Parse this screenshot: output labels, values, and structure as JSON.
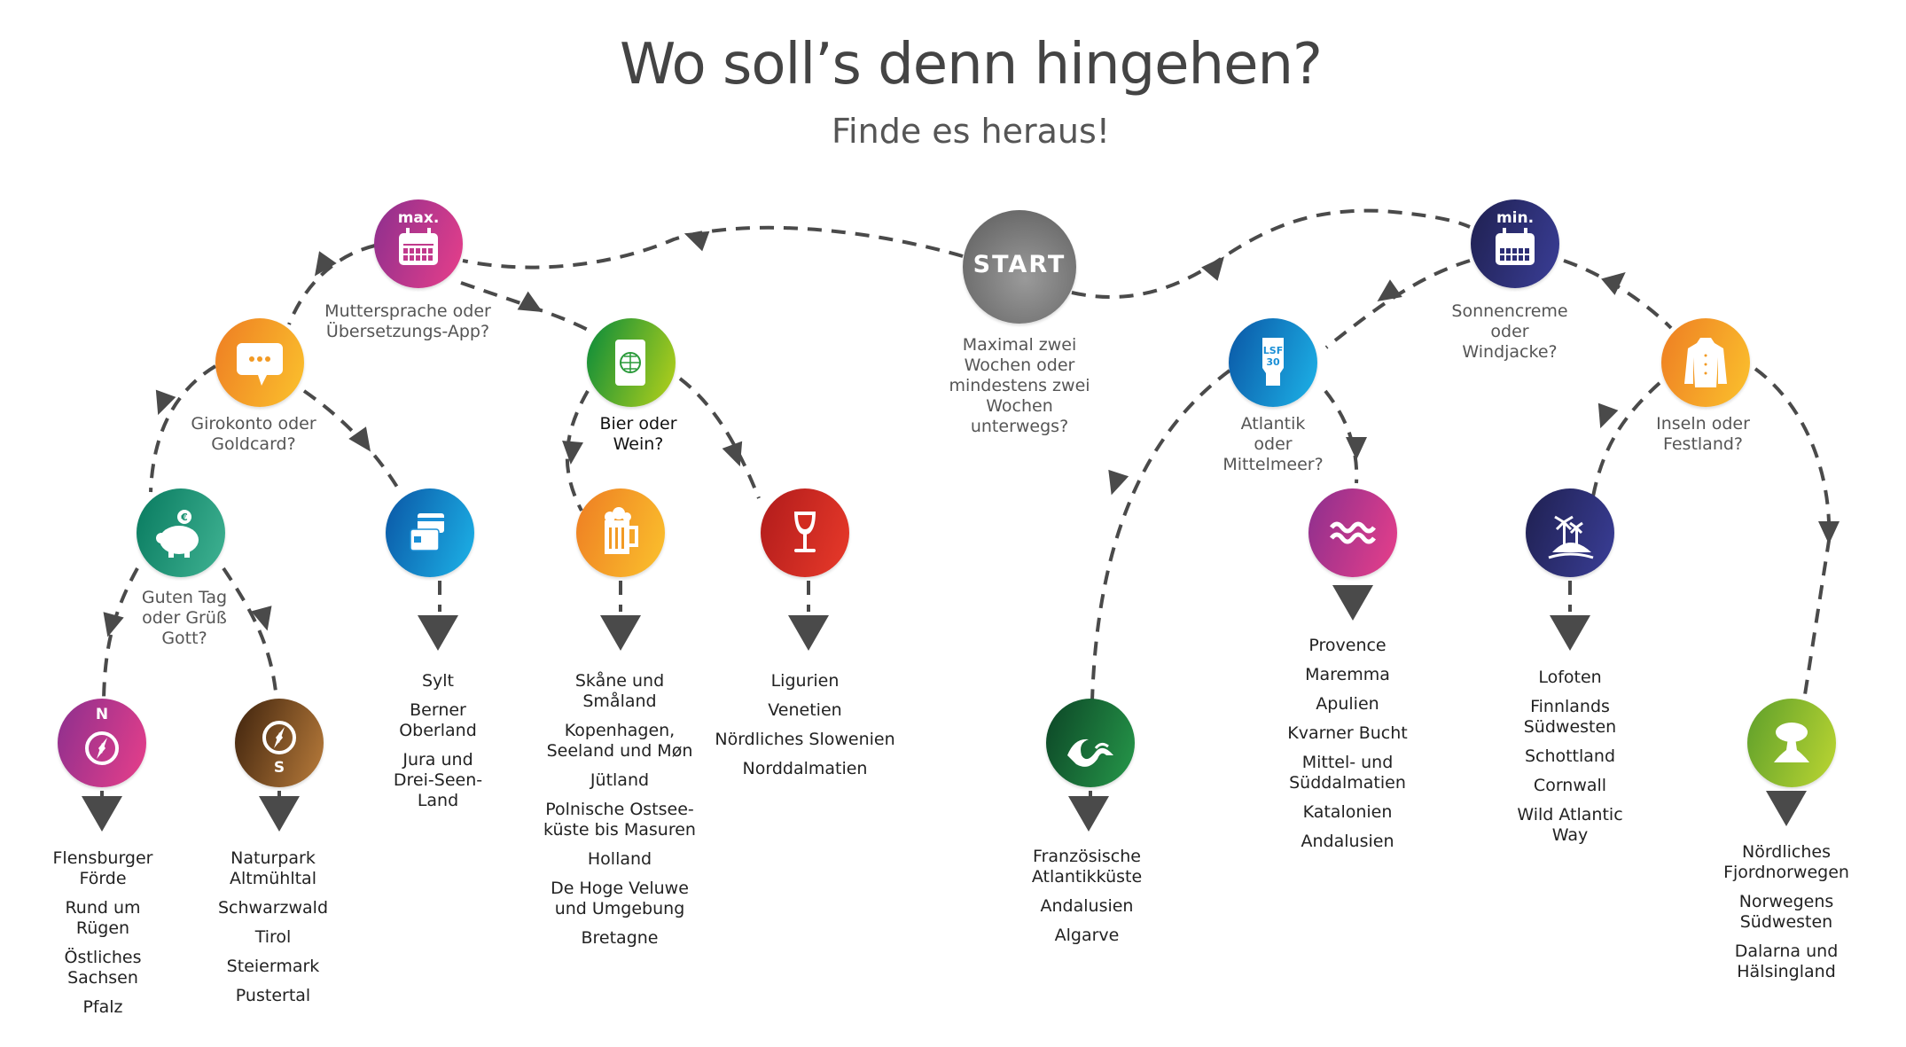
{
  "header": {
    "title": "Wo soll’s denn hingehen?",
    "subtitle": "Finde es heraus!"
  },
  "start": {
    "label": "START",
    "question": "Maximal zwei\nWochen oder\nmindestens zwei\nWochen\nunterwegs?"
  },
  "nodes": {
    "max": {
      "badge": "max.",
      "icon": "calendar-icon",
      "question": "Muttersprache oder\nÜbersetzungs-App?",
      "colors": [
        "#8c2f8e",
        "#e83f8a"
      ]
    },
    "min": {
      "badge": "min.",
      "icon": "calendar-icon",
      "question": "Sonnencreme\noder\nWindjacke?",
      "colors": [
        "#1f2050",
        "#3a3e97"
      ]
    },
    "chat": {
      "icon": "speech-bubble-icon",
      "question": "Girokonto oder\nGoldcard?",
      "colors": [
        "#ee7d23",
        "#fbc22d"
      ]
    },
    "passport": {
      "icon": "passport-icon",
      "question": "Bier oder\nWein?",
      "colors": [
        "#078a3b",
        "#b8d21a"
      ]
    },
    "sunscreen": {
      "icon": "sunscreen-icon",
      "icon_text": "LSF\n30",
      "question": "Atlantik\noder\nMittelmeer?",
      "colors": [
        "#0a56a5",
        "#1db3e8"
      ]
    },
    "jacket": {
      "icon": "jacket-icon",
      "question": "Inseln oder\nFestland?",
      "colors": [
        "#ee7d23",
        "#fbc22d"
      ]
    },
    "piggy": {
      "icon": "piggy-bank-icon",
      "question": "Guten Tag\noder Grüß\nGott?",
      "colors": [
        "#087a5f",
        "#40b393"
      ]
    },
    "card": {
      "icon": "credit-card-icon",
      "colors": [
        "#0a56a5",
        "#1db3e8"
      ],
      "list": [
        "Sylt",
        "Berner\nOberland",
        "Jura und\nDrei-Seen-\nLand"
      ]
    },
    "beer": {
      "icon": "beer-mug-icon",
      "colors": [
        "#ee7d23",
        "#fbc22d"
      ],
      "list": [
        "Skåne und\nSmåland",
        "Kopenhagen,\nSeeland und Møn",
        "Jütland",
        "Polnische Ostsee-\nküste bis Masuren",
        "Holland",
        "De Hoge Veluwe\nund Umgebung",
        "Bretagne"
      ]
    },
    "wine": {
      "icon": "wine-glass-icon",
      "colors": [
        "#b01b1b",
        "#e93a2a"
      ],
      "list": [
        "Ligurien",
        "Venetien",
        "Nördliches Slowenien",
        "Norddalmatien"
      ]
    },
    "waves": {
      "icon": "sea-waves-icon",
      "colors": [
        "#8c2f8e",
        "#e83f8a"
      ],
      "list": [
        "Provence",
        "Maremma",
        "Apulien",
        "Kvarner Bucht",
        "Mittel- und\nSüddalmatien",
        "Katalonien",
        "Andalusien"
      ]
    },
    "island": {
      "icon": "palm-island-icon",
      "colors": [
        "#1f2050",
        "#3a3e97"
      ],
      "list": [
        "Lofoten",
        "Finnlands\nSüdwesten",
        "Schottland",
        "Cornwall",
        "Wild Atlantic\nWay"
      ]
    },
    "north": {
      "icon": "compass-north-icon",
      "badge": "N",
      "colors": [
        "#8c2f8e",
        "#e83f8a"
      ],
      "list": [
        "Flensburger\nFörde",
        "Rund um\nRügen",
        "Östliches\nSachsen",
        "Pfalz"
      ]
    },
    "south": {
      "icon": "compass-south-icon",
      "badge": "S",
      "colors": [
        "#3f230d",
        "#b97c3b"
      ],
      "list": [
        "Naturpark\nAltmühltal",
        "Schwarzwald",
        "Tirol",
        "Steiermark",
        "Pustertal"
      ]
    },
    "ocean": {
      "icon": "ocean-wave-icon",
      "colors": [
        "#0c4526",
        "#26984a"
      ],
      "list": [
        "Französische\nAtlantikküste",
        "Andalusien",
        "Algarve"
      ]
    },
    "tree": {
      "icon": "tree-icon",
      "colors": [
        "#5e9f2b",
        "#bcd632"
      ],
      "list": [
        "Nördliches\nFjordnorwegen",
        "Norwegens\nSüdwesten",
        "Dalarna und\nHälsingland"
      ]
    }
  },
  "colors": {
    "line": "#4a4a4a",
    "start": "#6e6e6e"
  }
}
